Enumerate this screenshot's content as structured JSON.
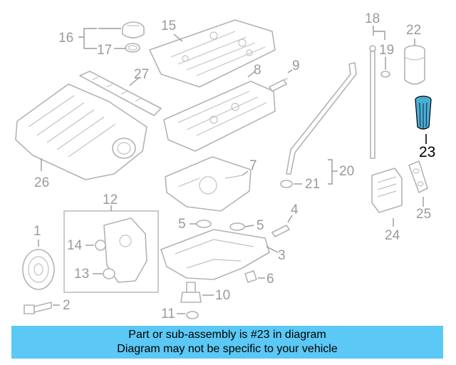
{
  "diagram": {
    "labels": {
      "p1": "1",
      "p2": "2",
      "p3": "3",
      "p4": "4",
      "p5a": "5",
      "p5b": "5",
      "p6": "6",
      "p7": "7",
      "p8": "8",
      "p9": "9",
      "p10": "10",
      "p11": "11",
      "p12": "12",
      "p13": "13",
      "p14": "14",
      "p15": "15",
      "p16": "16",
      "p17": "17",
      "p18": "18",
      "p19": "19",
      "p20": "20",
      "p21": "21",
      "p22": "22",
      "p23": "23",
      "p24": "24",
      "p25": "25",
      "p26": "26",
      "p27": "27"
    },
    "highlight_color": "#4aaed8",
    "highlighted_part": "23"
  },
  "banner": {
    "line1": "Part or sub-assembly is #23 in diagram",
    "line2": "Diagram may not be specific to your vehicle",
    "color": "#5bc8f5"
  }
}
